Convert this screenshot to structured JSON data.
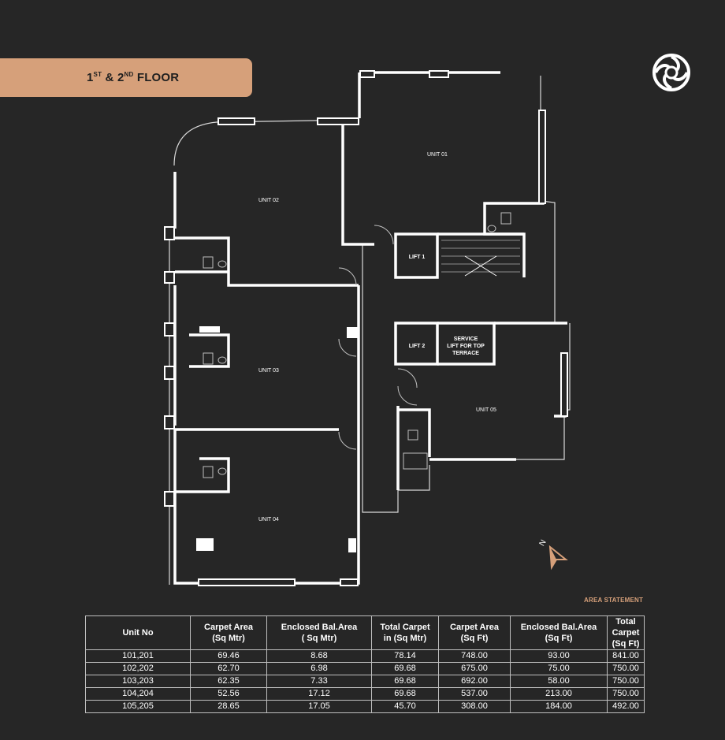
{
  "header": {
    "floor_a": "1",
    "floor_a_sup": "ST",
    "amp": " & ",
    "floor_b": "2",
    "floor_b_sup": "ND",
    "floor_word": " FLOOR"
  },
  "plan": {
    "units": [
      {
        "id": "unit-01",
        "label": "UNIT 01"
      },
      {
        "id": "unit-02",
        "label": "UNIT 02"
      },
      {
        "id": "unit-03",
        "label": "UNIT 03"
      },
      {
        "id": "unit-04",
        "label": "UNIT 04"
      },
      {
        "id": "unit-05",
        "label": "UNIT 05"
      }
    ],
    "lift1": "LIFT 1",
    "lift2": "LIFT 2",
    "service_lift": [
      "SERVICE",
      "LIFT FOR TOP",
      "TERRACE"
    ],
    "compass_letter": "N"
  },
  "area_statement": {
    "title": "AREA STATEMENT",
    "headers": [
      [
        "Unit No",
        ""
      ],
      [
        "Carpet Area",
        "(Sq Mtr)"
      ],
      [
        "Enclosed Bal.Area",
        "( Sq Mtr)"
      ],
      [
        "Total Carpet",
        "in (Sq Mtr)"
      ],
      [
        "Carpet Area",
        "(Sq Ft)"
      ],
      [
        "Enclosed Bal.Area",
        "(Sq Ft)"
      ],
      [
        "Total Carpet",
        "(Sq Ft)"
      ]
    ],
    "rows": [
      [
        "101,201",
        "69.46",
        "8.68",
        "78.14",
        "748.00",
        "93.00",
        "841.00"
      ],
      [
        "102,202",
        "62.70",
        "6.98",
        "69.68",
        "675.00",
        "75.00",
        "750.00"
      ],
      [
        "103,203",
        "62.35",
        "7.33",
        "69.68",
        "692.00",
        "58.00",
        "750.00"
      ],
      [
        "104,204",
        "52.56",
        "17.12",
        "69.68",
        "537.00",
        "213.00",
        "750.00"
      ],
      [
        "105,205",
        "28.65",
        "17.05",
        "45.70",
        "308.00",
        "184.00",
        "492.00"
      ]
    ]
  },
  "colors": {
    "background": "#262626",
    "accent": "#d6a07a",
    "wall": "#ffffff"
  }
}
